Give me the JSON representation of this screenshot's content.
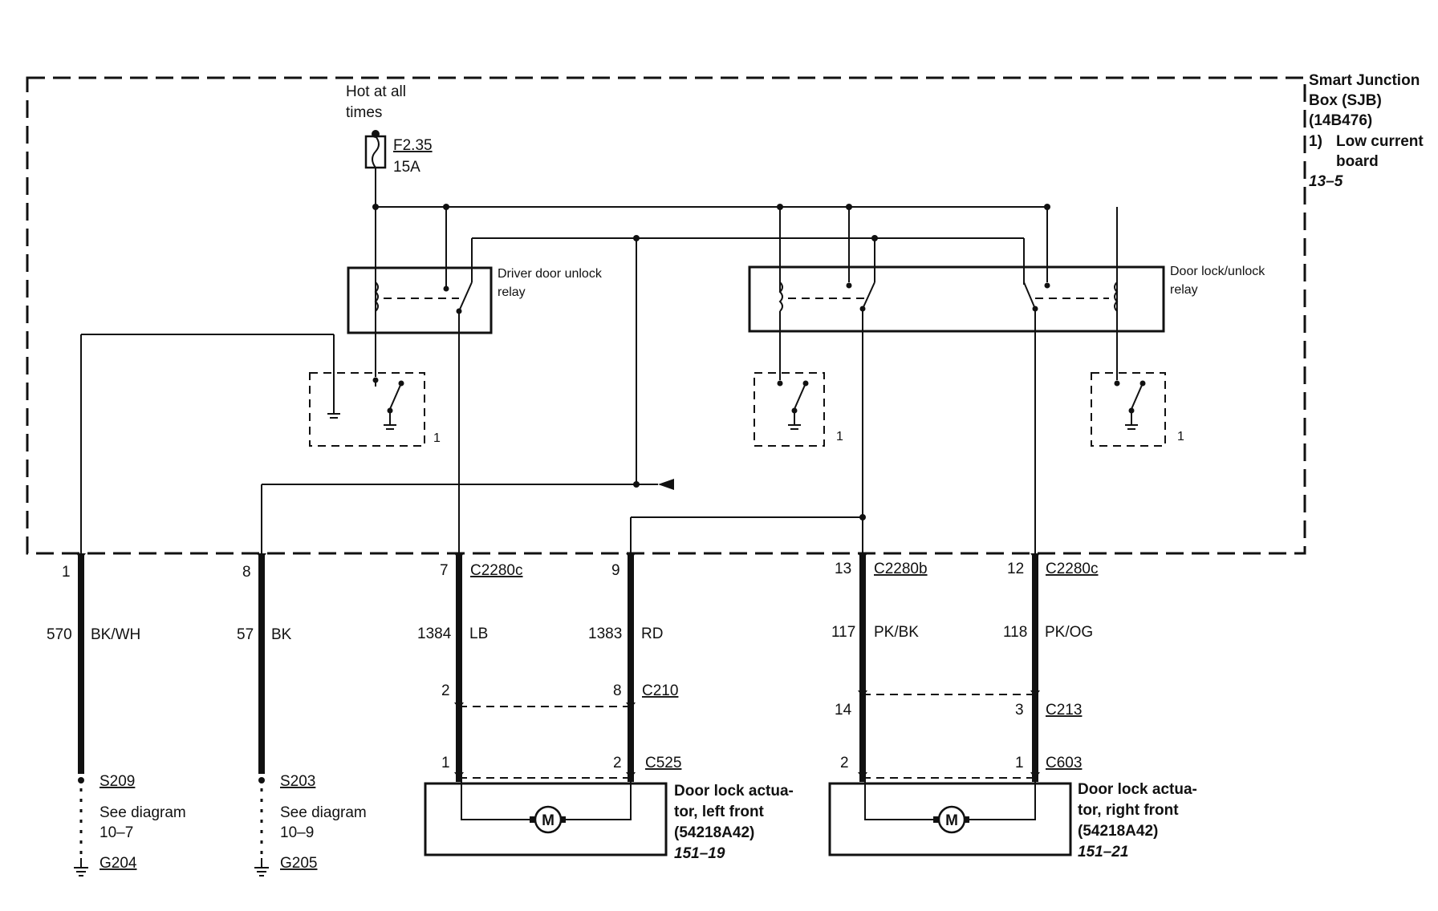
{
  "sjb": {
    "lines": [
      "Smart Junction",
      "Box (SJB)",
      "(14B476)"
    ],
    "note_num": "1)",
    "note_lines": [
      "Low current",
      "board"
    ],
    "ref": "13–5"
  },
  "hot_label": [
    "Hot at all",
    "times"
  ],
  "fuse": {
    "name": "F2.35",
    "rating": "15A"
  },
  "driver_relay_label": [
    "Driver door unlock",
    "relay"
  ],
  "lock_relay_label": [
    "Door lock/unlock",
    "relay"
  ],
  "switch_note": "1",
  "connectors": {
    "c2280c": "C2280c",
    "c2280b": "C2280b",
    "c210": "C210",
    "c213": "C213",
    "c525": "C525",
    "c603": "C603"
  },
  "pins": {
    "p1": "1",
    "p8": "8",
    "p7": "7",
    "p9": "9",
    "p13": "13",
    "p12": "12",
    "c210_a": "2",
    "c210_b": "8",
    "c213_a": "14",
    "c213_b": "3",
    "c525_a": "1",
    "c525_b": "2",
    "c603_a": "2",
    "c603_b": "1"
  },
  "circuits": [
    {
      "num": "570",
      "color": "BK/WH"
    },
    {
      "num": "57",
      "color": "BK"
    },
    {
      "num": "1384",
      "color": "LB"
    },
    {
      "num": "1383",
      "color": "RD"
    },
    {
      "num": "117",
      "color": "PK/BK"
    },
    {
      "num": "118",
      "color": "PK/OG"
    }
  ],
  "splices": [
    {
      "id": "S209",
      "see": [
        "See diagram",
        "10–7"
      ],
      "ground": "G204"
    },
    {
      "id": "S203",
      "see": [
        "See diagram",
        "10–9"
      ],
      "ground": "G205"
    }
  ],
  "actuator_left": {
    "lines": [
      "Door lock actua-",
      "tor, left front",
      "(54218A42)"
    ],
    "ref": "151–19",
    "motor": "M"
  },
  "actuator_right": {
    "lines": [
      "Door lock actua-",
      "tor, right front",
      "(54218A42)"
    ],
    "ref": "151–21",
    "motor": "M"
  }
}
